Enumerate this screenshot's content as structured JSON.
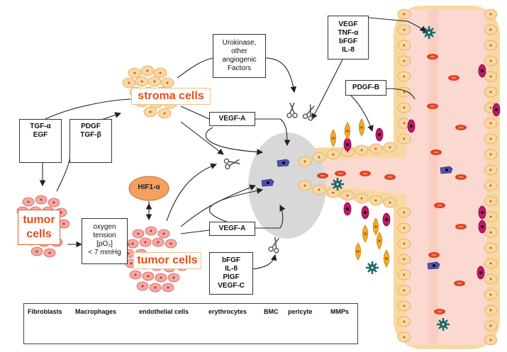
{
  "labels": {
    "stroma": "stroma cells",
    "tumor_left": [
      "tumor",
      "cells"
    ],
    "tumor_main": "tumor cells",
    "hif": "HIF1-α"
  },
  "boxes": {
    "urokinase": [
      "Urokinase,",
      "other",
      "angiogenic",
      "Factors"
    ],
    "tgf_egf": [
      "TGF-α",
      "EGF"
    ],
    "pdgf_tgfb": [
      "PDGF",
      "TGF-β"
    ],
    "vegfa_top": [
      "VEGF-A"
    ],
    "vegfa_bottom": [
      "VEGF-A"
    ],
    "oxygen": [
      "oxygen",
      "tension",
      "[pO₂]",
      "< 7 mmHg"
    ],
    "bfgf": [
      "bFGF",
      "IL-8",
      "PlGF",
      "VEGF-C"
    ],
    "vegf_top": [
      "VEGF",
      "TNF-α",
      "bFGF",
      "IL-8"
    ],
    "pdgfb": [
      "PDGF-B"
    ]
  },
  "legend": {
    "items": [
      {
        "label": "Fibroblasts",
        "icon": "fibroblast-icon"
      },
      {
        "label": "Macrophages",
        "icon": "macrophage-icon"
      },
      {
        "label": "endothelial cells",
        "icon": "endothelial-cell-icon"
      },
      {
        "label": "erythrocytes",
        "icon": "erythrocyte-icon"
      },
      {
        "label": "BMC",
        "icon": "bmc-icon"
      },
      {
        "label": "pericyte",
        "icon": "pericyte-icon"
      },
      {
        "label": "MMPs",
        "icon": "scissors-icon"
      }
    ]
  },
  "colors": {
    "stroma_text": "#e0501a",
    "cell_fill": "#f8d8a0",
    "cell_border": "#e0a860",
    "tumor_fill": "#f4a8a0",
    "vessel_fill": "#fbd9d0",
    "erythrocyte": "#e04020",
    "bmc": "#5050b0",
    "pericyte": "#c0186a",
    "macrophage": "#1a6a6a",
    "fibroblast": "#f0b020",
    "zone": "#d8d8d8"
  }
}
